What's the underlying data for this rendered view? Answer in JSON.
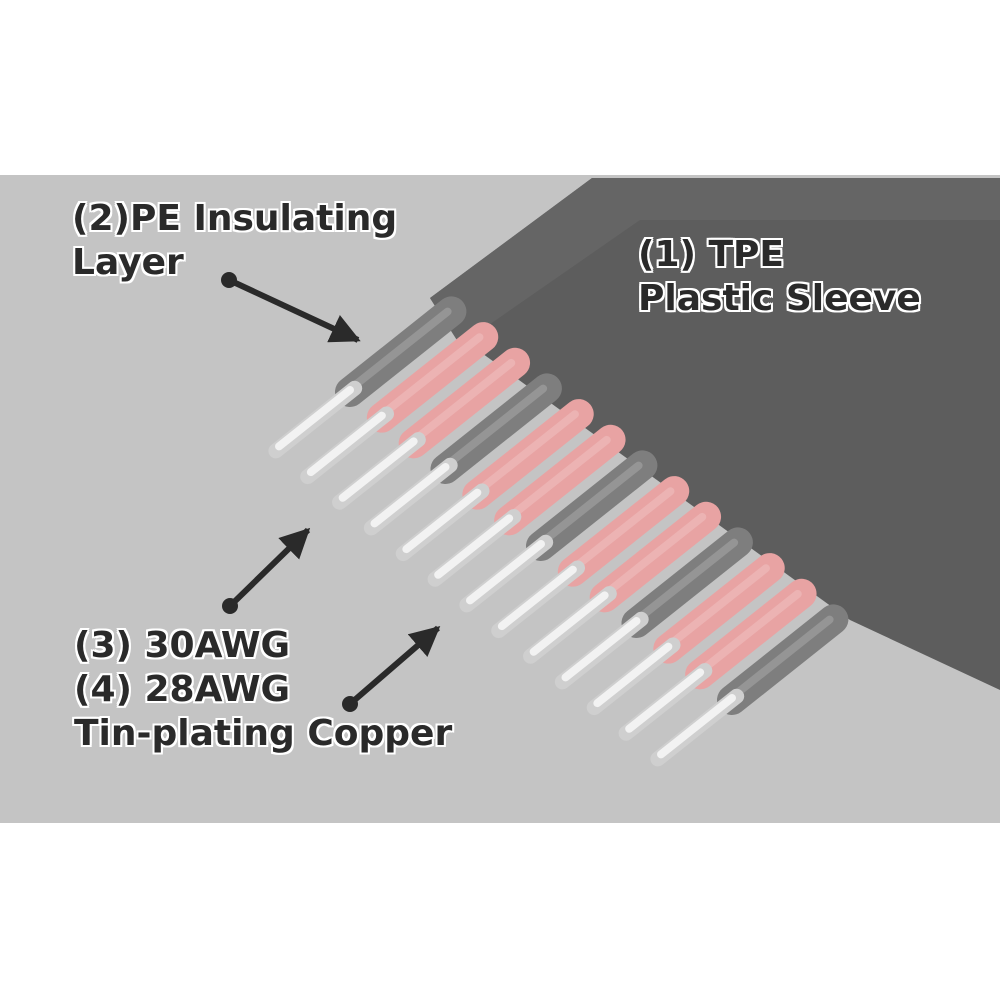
{
  "labels": {
    "pe": {
      "line1": "(2)PE Insulating",
      "line2": "Layer"
    },
    "tpe": {
      "line1": "(1) TPE",
      "line2": "Plastic Sleeve"
    },
    "awg": {
      "line1": "(3) 30AWG",
      "line2": "(4) 28AWG",
      "line3": "Tin-plating Copper"
    }
  },
  "colors": {
    "background": "#c4c4c4",
    "sleeve": "#5d5d5d",
    "pe_insulation": "#e8a3a3",
    "grey_insulation": "#7e7e7e",
    "conductor": "#f2f2f2",
    "text": "#2a2a2a"
  },
  "cable": {
    "wire_insulation": [
      "grey",
      "pink",
      "pink",
      "grey",
      "pink",
      "pink",
      "grey",
      "pink",
      "pink",
      "grey",
      "pink",
      "pink",
      "grey"
    ]
  }
}
